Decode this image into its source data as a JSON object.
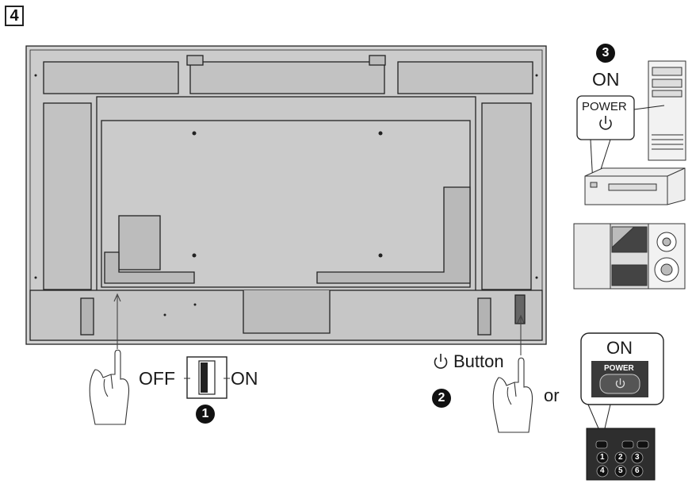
{
  "step_number": "4",
  "step1": {
    "number": "1",
    "off_label": "OFF",
    "on_label": "ON"
  },
  "step2": {
    "number": "2",
    "button_label": "Button",
    "or_label": "or"
  },
  "step3": {
    "number": "3",
    "on_label": "ON",
    "power_label": "POWER"
  },
  "remote": {
    "on_label": "ON",
    "power_label": "POWER",
    "keys": [
      "1",
      "2",
      "3",
      "4",
      "5",
      "6"
    ]
  },
  "icons": [
    "power-icon",
    "rocker-switch-icon",
    "hand-pointer-icon",
    "remote-control-icon",
    "pc-tower-icon",
    "dvd-player-icon",
    "audio-system-icon"
  ]
}
